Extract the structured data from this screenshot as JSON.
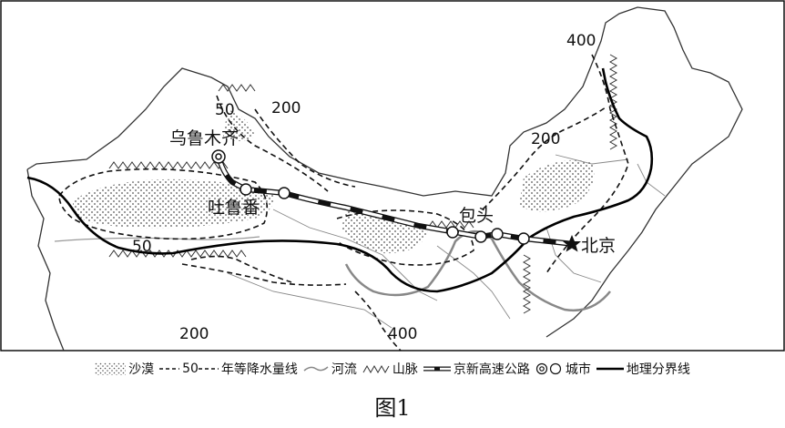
{
  "map": {
    "cities": {
      "urumqi": "乌鲁木齐",
      "turpan": "吐鲁番",
      "baotou": "包头",
      "beijing": "北京"
    },
    "isohyets": {
      "l400_ne": "400",
      "l200_nw": "200",
      "l50_north": "50",
      "l200_ne": "200",
      "l50_west": "50",
      "l200_sw": "200",
      "l400_s": "400"
    }
  },
  "legend": {
    "desert": "沙漠",
    "isohyet_prefix": "50",
    "isohyet_text": "年等降水量线",
    "river": "河流",
    "mountain": "山脉",
    "highway": "京新高速公路",
    "city": "城市",
    "boundary": "地理分界线"
  },
  "caption": "图1"
}
